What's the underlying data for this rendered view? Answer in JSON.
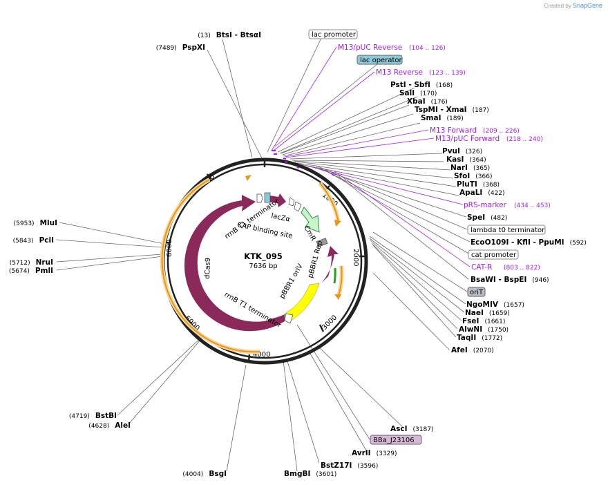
{
  "credit": {
    "prefix": "Created by",
    "brand": "SnapGene"
  },
  "plasmid": {
    "name": "KTK_095",
    "size": "7636 bp"
  },
  "ticks": [
    "1000",
    "2000",
    "3000",
    "4000",
    "5000",
    "6000",
    "7000"
  ],
  "sites_right": [
    {
      "name": "PstI",
      "alt": "SbfI",
      "pos": "(168)"
    },
    {
      "name": "SalI",
      "pos": "(170)"
    },
    {
      "name": "XbaI",
      "pos": "(176)"
    },
    {
      "name": "TspMI",
      "alt": "XmaI",
      "pos": "(187)"
    },
    {
      "name": "SmaI",
      "pos": "(189)"
    },
    {
      "name": "PvuI",
      "pos": "(326)"
    },
    {
      "name": "KasI",
      "pos": "(364)"
    },
    {
      "name": "NarI",
      "pos": "(365)"
    },
    {
      "name": "SfoI",
      "pos": "(366)"
    },
    {
      "name": "PluTI",
      "pos": "(368)"
    },
    {
      "name": "ApaLI",
      "pos": "(422)"
    },
    {
      "name": "SpeI",
      "pos": "(482)"
    },
    {
      "name": "EcoO109I",
      "alt": "KflI",
      "alt2": "PpuMI",
      "pos": "(592)"
    },
    {
      "name": "BsaWI",
      "alt": "BspEI",
      "pos": "(946)"
    },
    {
      "name": "NgoMIV",
      "pos": "(1657)"
    },
    {
      "name": "NaeI",
      "pos": "(1659)"
    },
    {
      "name": "FseI",
      "pos": "(1661)"
    },
    {
      "name": "AlwNI",
      "pos": "(1750)"
    },
    {
      "name": "TaqII",
      "pos": "(1772)"
    },
    {
      "name": "AfeI",
      "pos": "(2070)"
    },
    {
      "name": "AscI",
      "pos": "(3187)"
    },
    {
      "name": "AvrII",
      "pos": "(3329)"
    },
    {
      "name": "BstZ17I",
      "pos": "(3596)"
    },
    {
      "name": "BmgBI",
      "pos": "(3601)"
    }
  ],
  "sites_left": [
    {
      "name": "BtsI",
      "alt": "BtsαI",
      "pos": "(13)"
    },
    {
      "name": "PspXI",
      "pos": "(7489)"
    },
    {
      "name": "MluI",
      "pos": "(5953)"
    },
    {
      "name": "PciI",
      "pos": "(5843)"
    },
    {
      "name": "NruI",
      "pos": "(5712)"
    },
    {
      "name": "PmlI",
      "pos": "(5674)"
    },
    {
      "name": "BstBI",
      "pos": "(4719)"
    },
    {
      "name": "AleI",
      "pos": "(4628)"
    },
    {
      "name": "BsgI",
      "pos": "(4004)"
    }
  ],
  "primers": [
    {
      "name": "M13/pUC Reverse",
      "range": "(104 .. 126)"
    },
    {
      "name": "M13 Reverse",
      "range": "(123 .. 139)"
    },
    {
      "name": "M13 Forward",
      "range": "(209 .. 226)"
    },
    {
      "name": "M13/pUC Forward",
      "range": "(218 .. 240)"
    },
    {
      "name": "pRS-marker",
      "range": "(434 .. 453)"
    },
    {
      "name": "CAT-R",
      "range": "(803 .. 822)"
    }
  ],
  "boxed": [
    "lac promoter",
    "lac operator",
    "lambda t0 terminator",
    "cat promoter",
    "oriT",
    "BBa_J23106"
  ],
  "features": [
    "lacZα",
    "CAP binding site",
    "CmR",
    "rrnB T1 terminator",
    "dCas9",
    "rrnB T1 terminator",
    "pBBR1 oriV",
    "pBBR1 Rep"
  ],
  "colors": {
    "dcas9": "#8b2a5a",
    "rep": "#8b2a5a",
    "oriv": "#ffff00",
    "cmr": "#c9f5c9",
    "cmr_stroke": "#2e8b57",
    "primer": "#a020f0",
    "orange": "#e8961e",
    "green": "#22a022",
    "oriT": "#b8bcc4",
    "lac_op": "#8dc8d8",
    "bba": "#d8b8d8"
  }
}
